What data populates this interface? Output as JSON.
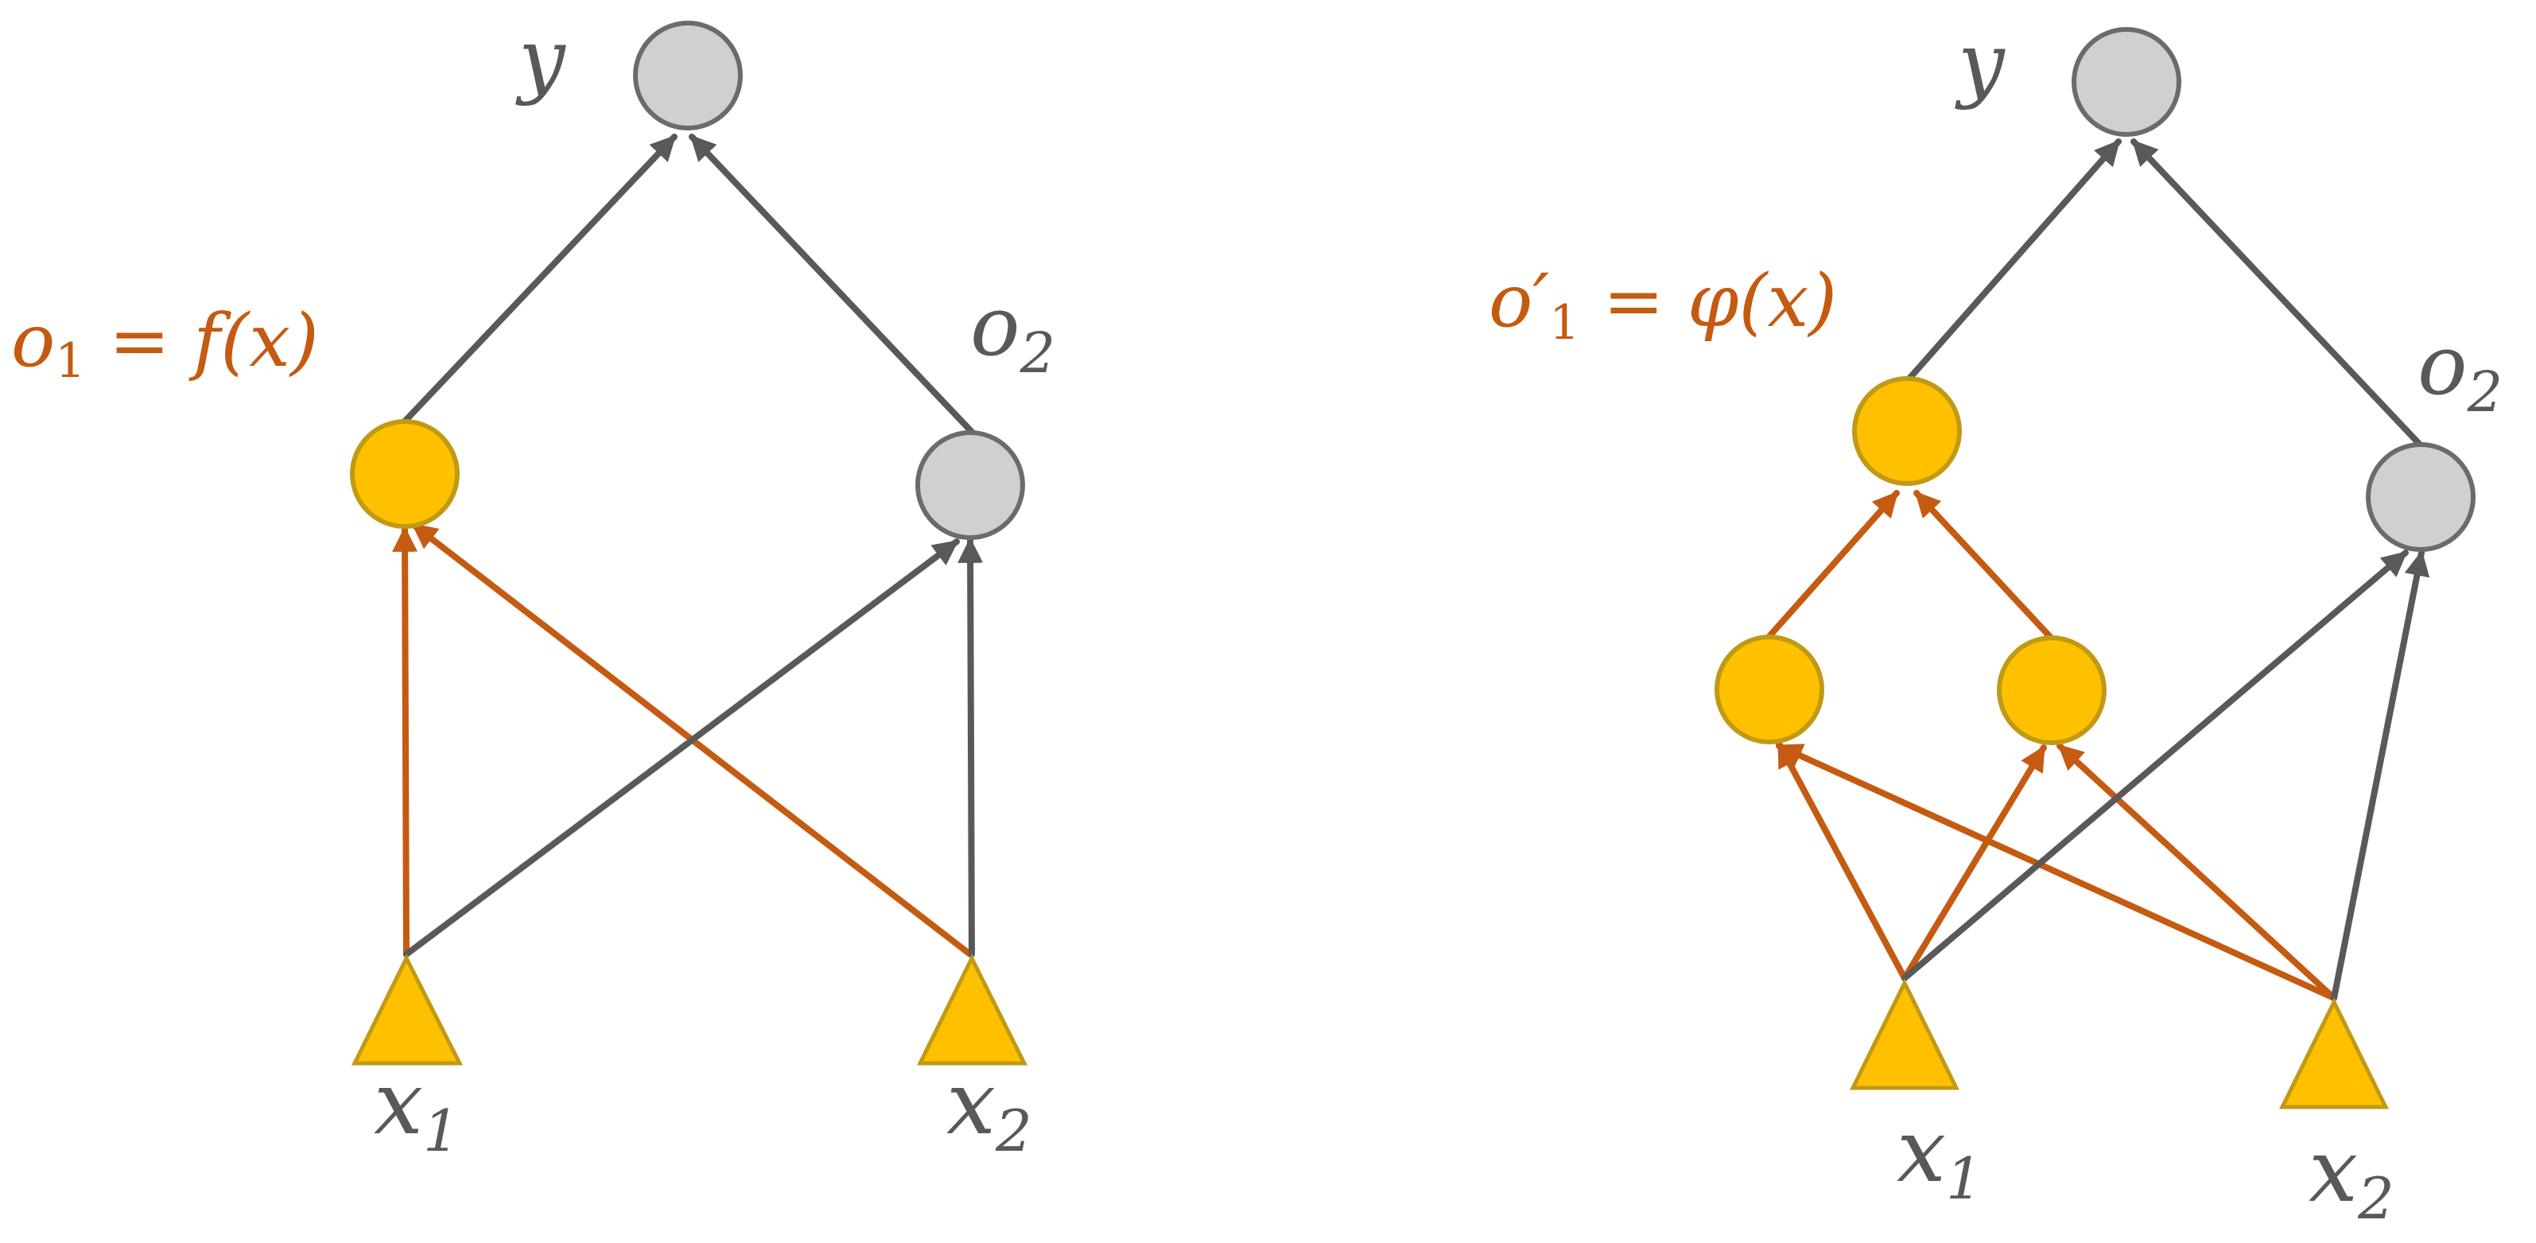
{
  "colors": {
    "orange": "#c55a11",
    "gray": "#595959",
    "node_gray_fill": "#d0d0d0",
    "node_gray_stroke": "#6b6b6b",
    "node_yellow_fill": "#ffc000",
    "node_yellow_stroke": "#c09a14"
  },
  "left": {
    "y_label": "y",
    "o1_label": "o",
    "o1_sub": "1",
    "o1_rhs": " = f(x)",
    "o2_label": "o",
    "o2_sub": "2",
    "x1_label": "x",
    "x1_sub": "1",
    "x2_label": "x",
    "x2_sub": "2"
  },
  "right": {
    "y_label": "y",
    "o1_label": "o′",
    "o1_sub": "1",
    "o1_rhs": " =  φ(x)",
    "o2_label": "o",
    "o2_sub": "2",
    "x1_label": "x",
    "x1_sub": "1",
    "x2_label": "x",
    "x2_sub": "2"
  }
}
